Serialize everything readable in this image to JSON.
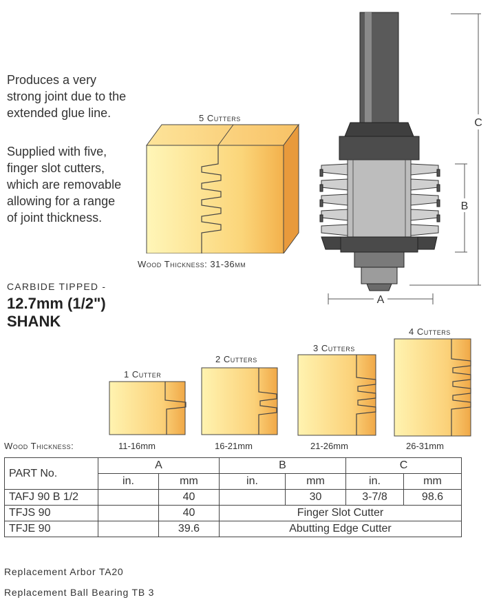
{
  "description": [
    "Produces a very strong joint due to the extended glue line.",
    "Supplied with five, finger slot cutters, which are removable allowing for a range of joint thickness."
  ],
  "main_block": {
    "label": "5 Cutters",
    "thickness": "Wood Thickness: 31-36mm"
  },
  "dimensions": {
    "a": "A",
    "b": "B",
    "c": "C"
  },
  "product": {
    "subtitle": "CARBIDE TIPPED -",
    "title_line1": "12.7mm (1/2\")",
    "title_line2": "SHANK"
  },
  "joints": [
    {
      "label": "1 Cutter",
      "thickness": "11-16mm"
    },
    {
      "label": "2 Cutters",
      "thickness": "16-21mm"
    },
    {
      "label": "3 Cutters",
      "thickness": "21-26mm"
    },
    {
      "label": "4 Cutters",
      "thickness": "26-31mm"
    }
  ],
  "wood_thickness_label": "Wood Thickness:",
  "table": {
    "part_header": "PART No.",
    "groups": [
      "A",
      "B",
      "C"
    ],
    "units": [
      "in.",
      "mm",
      "in.",
      "mm",
      "in.",
      "mm"
    ],
    "rows": [
      {
        "part": "TAFJ 90 B 1/2",
        "a_in": "",
        "a_mm": "40",
        "b_in": "",
        "b_mm": "30",
        "c_in": "3-7/8",
        "c_mm": "98.6"
      },
      {
        "part": "TFJS 90",
        "a_in": "",
        "a_mm": "40",
        "note": "Finger Slot Cutter"
      },
      {
        "part": "TFJE 90",
        "a_in": "",
        "a_mm": "39.6",
        "note": "Abutting Edge Cutter"
      }
    ]
  },
  "footer": [
    "Replacement Arbor TA20",
    "Replacement Ball Bearing TB 3"
  ],
  "colors": {
    "wood_light": "#fff2a8",
    "wood_mid": "#f9c25a",
    "wood_dark": "#e89a3c",
    "steel": "#4a4a4a",
    "cutter": "#cfcfcf"
  }
}
